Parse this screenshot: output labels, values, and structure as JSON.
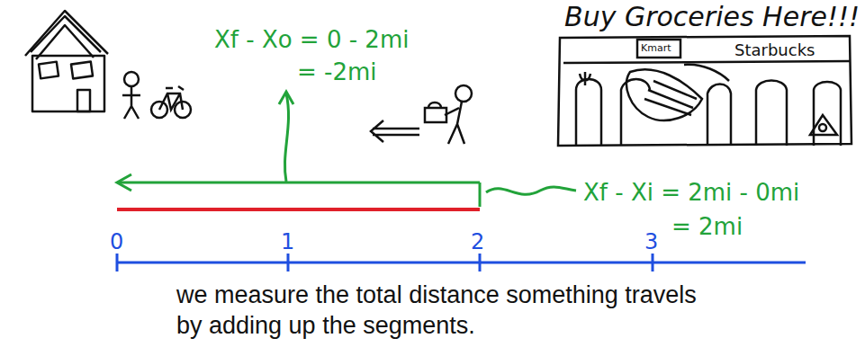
{
  "diagram": {
    "caption": "we measure the total distance something travels by adding up the segments.",
    "labels": [
      "Xf - Xo = 0 - 2mi",
      "= -2mi",
      "Xf - Xi = 2mi - 0mi",
      "= 2mi",
      "Buy Groceries Here!!!",
      "Kmart",
      "Starbucks",
      "0",
      "1",
      "2",
      "3"
    ]
  }
}
